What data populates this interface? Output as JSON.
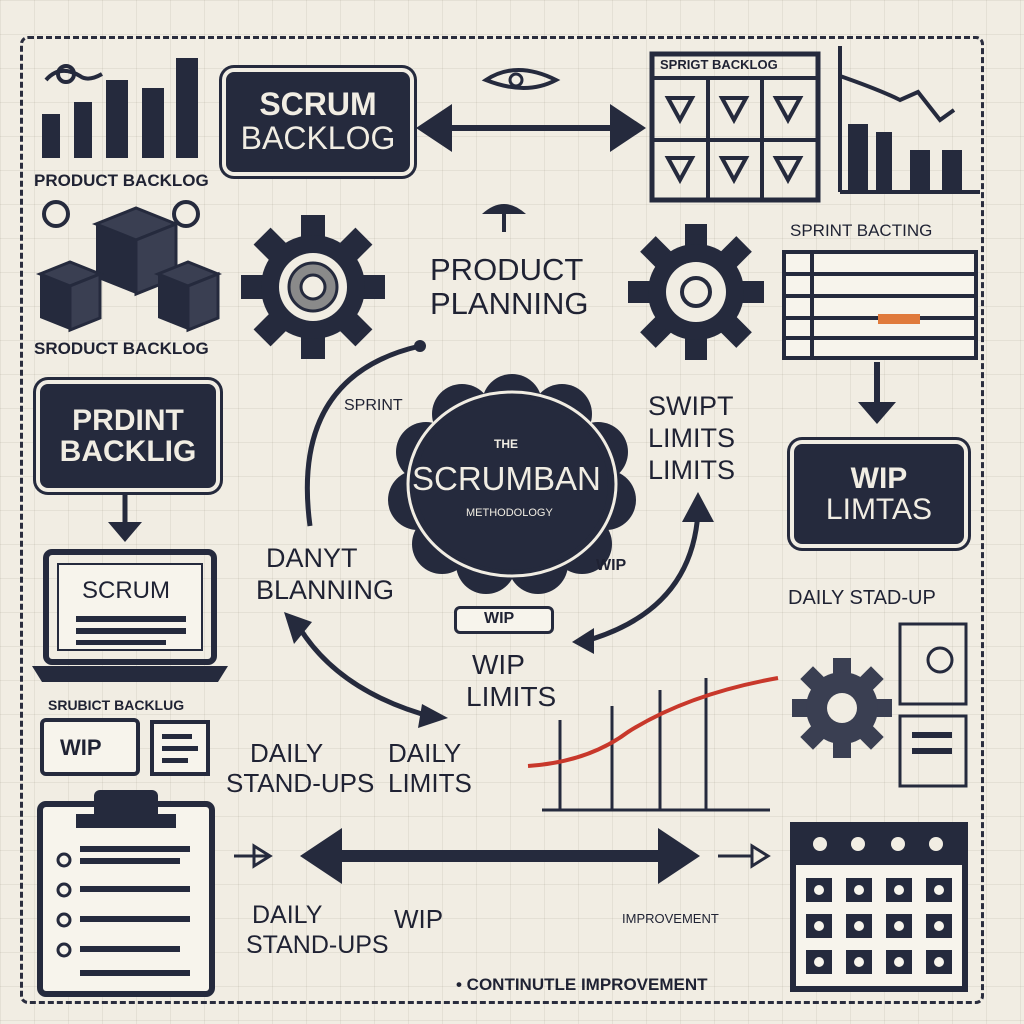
{
  "colors": {
    "ink": "#252a3d",
    "paper": "#f1ede3",
    "accent_red": "#c8382b",
    "accent_orange": "#e07a3c"
  },
  "labels": {
    "product_backlog_top": "PRODUCT BACKLOG",
    "product_backlog_mid": "SRODUCT BACKLOG",
    "prdint_backlog_line1": "PRDINT",
    "prdint_backlog_line2": "BACKLIG",
    "laptop_screen_label": "SCRUM",
    "srubict_backlog": "SRUBICT BACKLUG",
    "wip_card": "WIP",
    "scrum_backlog_line1": "SCRUM",
    "scrum_backlog_line2": "BACKLOG",
    "product_planning_line1": "PRODUCT",
    "product_planning_line2": "PLANNING",
    "sprint_small": "SPRINT",
    "center_the": "THE",
    "center_scrumban": "SCRUMBAN",
    "center_methodology": "METHODOLOGY",
    "danyt_planning_line1": "DANYT",
    "danyt_planning_line2": "BLANNING",
    "wip_chip": "WIP",
    "wip_small": "WIP",
    "swipt_line1": "SWIPT",
    "swipt_line2": "LIMITS",
    "swipt_line3": "LIMITS",
    "wip_limits_center_line1": "WIP",
    "wip_limits_center_line2": "LIMITS",
    "daily_standups_left_line1": "DAILY",
    "daily_standups_left_line2": "STAND-UPS",
    "daily_limits_line1": "DAILY",
    "daily_limits_line2": "LIMITS",
    "sprint_backlog_top": "SPRIGT BACKLOG",
    "sprint_bacting": "SPRINT BACTING",
    "wip_limtas_line1": "WIP",
    "wip_limtas_line2": "LIMTAS",
    "daily_standup_right": "DAILY STAD-UP",
    "daily_standups_bottom_line1": "DAILY",
    "daily_standups_bottom_line2": "STAND-UPS",
    "wip_bottom": "WIP",
    "improvement_small": "IMPROVEMENT",
    "continuous_improvement": "• CONTINUTLE IMPROVEMENT"
  },
  "icons": {
    "gear_left": "gear-icon",
    "gear_right": "gear-icon",
    "gear_bottom_right": "gear-icon",
    "cubes": "cube-stack-icon",
    "bar_chart": "bar-chart-icon",
    "laptop": "laptop-icon",
    "clipboard": "clipboard-icon",
    "calendar": "calendar-icon",
    "kanban_board": "kanban-board-icon",
    "line_chart": "line-chart-icon",
    "badge": "scalloped-badge-icon"
  }
}
